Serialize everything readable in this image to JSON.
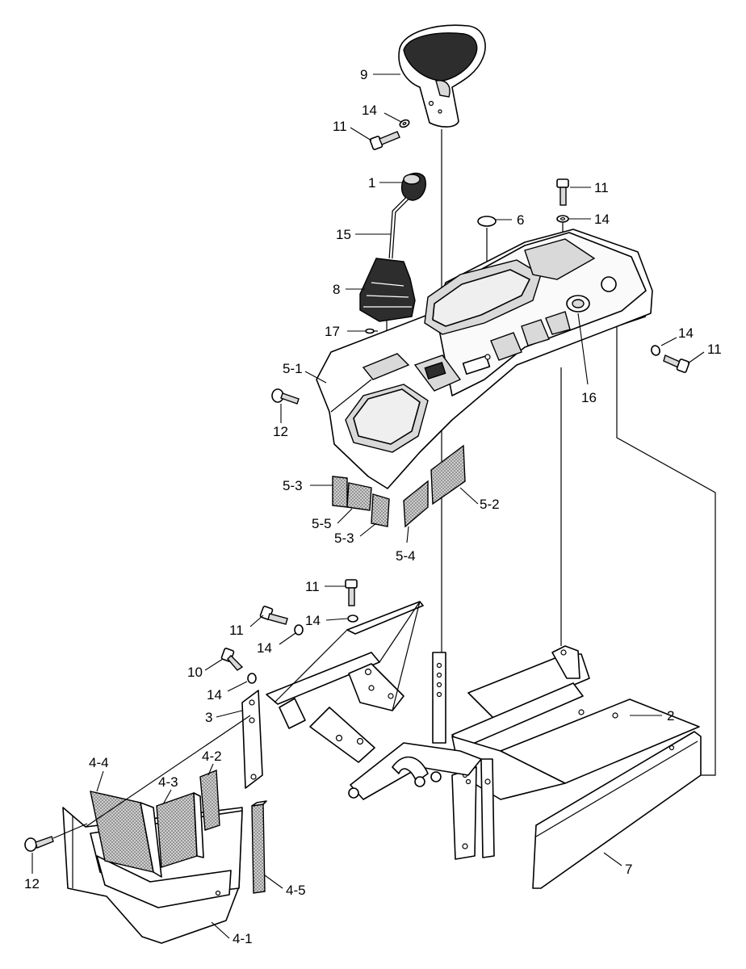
{
  "labels": {
    "l9": "9",
    "l14a": "14",
    "l11a": "11",
    "l1": "1",
    "l15": "15",
    "l8": "8",
    "l17": "17",
    "l6": "6",
    "l11b": "11",
    "l14b": "14",
    "l14c": "14",
    "l11c": "11",
    "l16": "16",
    "l51": "5-1",
    "l12a": "12",
    "l53a": "5-3",
    "l55": "5-5",
    "l53b": "5-3",
    "l54": "5-4",
    "l52": "5-2",
    "l11d": "11",
    "l11e": "11",
    "l14d": "14",
    "l14e": "14",
    "l10": "10",
    "l14f": "14",
    "l3": "3",
    "l2": "2",
    "l44": "4-4",
    "l43": "4-3",
    "l42": "4-2",
    "l12b": "12",
    "l45": "4-5",
    "l41": "4-1",
    "l7": "7"
  }
}
